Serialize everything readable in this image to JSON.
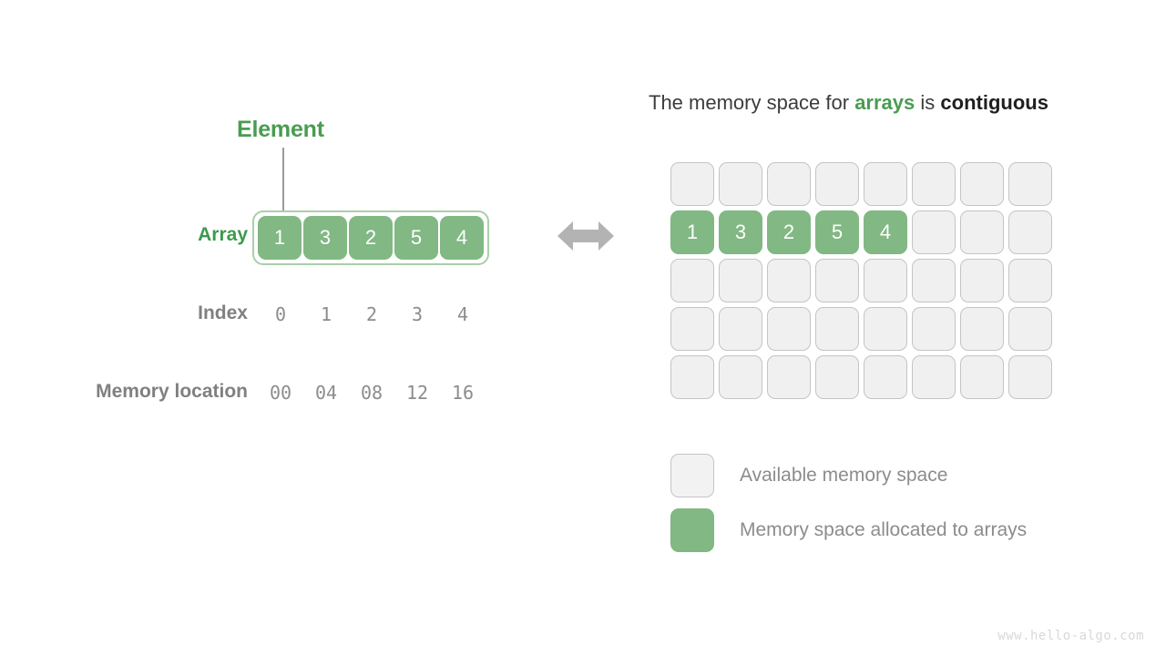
{
  "left_panel": {
    "element_label": "Element",
    "row_labels": {
      "array": "Array",
      "index": "Index",
      "memory_location": "Memory location"
    },
    "array_values": [
      "1",
      "3",
      "2",
      "5",
      "4"
    ],
    "index_values": [
      "0",
      "1",
      "2",
      "3",
      "4"
    ],
    "memory_values": [
      "00",
      "04",
      "08",
      "12",
      "16"
    ]
  },
  "right_panel": {
    "title": {
      "part1": "The memory space for ",
      "highlight_green": "arrays",
      "part2": " is ",
      "highlight_dark": "contiguous"
    },
    "grid": {
      "columns": 8,
      "rows": 5,
      "cells": [
        [
          "",
          "",
          "",
          "",
          "",
          "",
          "",
          ""
        ],
        [
          "1",
          "3",
          "2",
          "5",
          "4",
          "",
          "",
          ""
        ],
        [
          "",
          "",
          "",
          "",
          "",
          "",
          "",
          ""
        ],
        [
          "",
          "",
          "",
          "",
          "",
          "",
          "",
          ""
        ],
        [
          "",
          "",
          "",
          "",
          "",
          "",
          "",
          ""
        ]
      ],
      "filled": [
        [
          false,
          false,
          false,
          false,
          false,
          false,
          false,
          false
        ],
        [
          true,
          true,
          true,
          true,
          true,
          false,
          false,
          false
        ],
        [
          false,
          false,
          false,
          false,
          false,
          false,
          false,
          false
        ],
        [
          false,
          false,
          false,
          false,
          false,
          false,
          false,
          false
        ],
        [
          false,
          false,
          false,
          false,
          false,
          false,
          false,
          false
        ]
      ]
    },
    "legend": [
      {
        "type": "empty",
        "label": "Available memory space"
      },
      {
        "type": "filled",
        "label": "Memory space allocated to arrays"
      }
    ]
  },
  "watermark": "www.hello-algo.com",
  "colors": {
    "brand_green": "#81b883",
    "label_green": "#4a9c51",
    "gray_text": "#8c8c8c",
    "cell_empty_bg": "#f0f0f0",
    "cell_empty_border": "#c4c4c4",
    "arrow_gray": "#b3b3b3"
  }
}
